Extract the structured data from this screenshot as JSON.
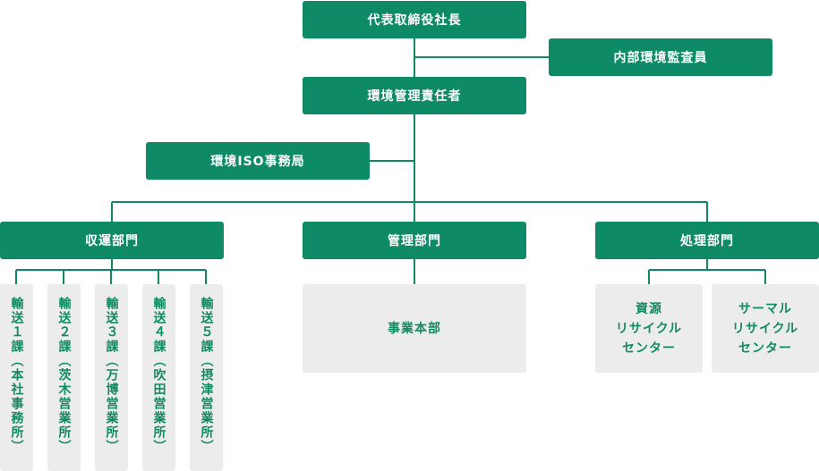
{
  "nodes": {
    "ceo": "代表取締役社長",
    "auditor": "内部環境監査員",
    "manager": "環境管理責任者",
    "iso_office": "環境ISO事務局",
    "collection": "収運部門",
    "management": "管理部門",
    "processing": "処理部門",
    "hq": "事業本部",
    "resource_center": "資源\nリサイクル\nセンター",
    "thermal_center": "サーマル\nリサイクル\nセンター"
  },
  "sections": [
    "輸送１課（本社事務所）",
    "輸送２課（茨木営業所）",
    "輸送３課（万博営業所）",
    "輸送４課（吹田営業所）",
    "輸送５課（摂津営業所）"
  ],
  "colors": {
    "accent": "#0e8a66",
    "panel": "#ececec",
    "text_green": "#118a62"
  }
}
